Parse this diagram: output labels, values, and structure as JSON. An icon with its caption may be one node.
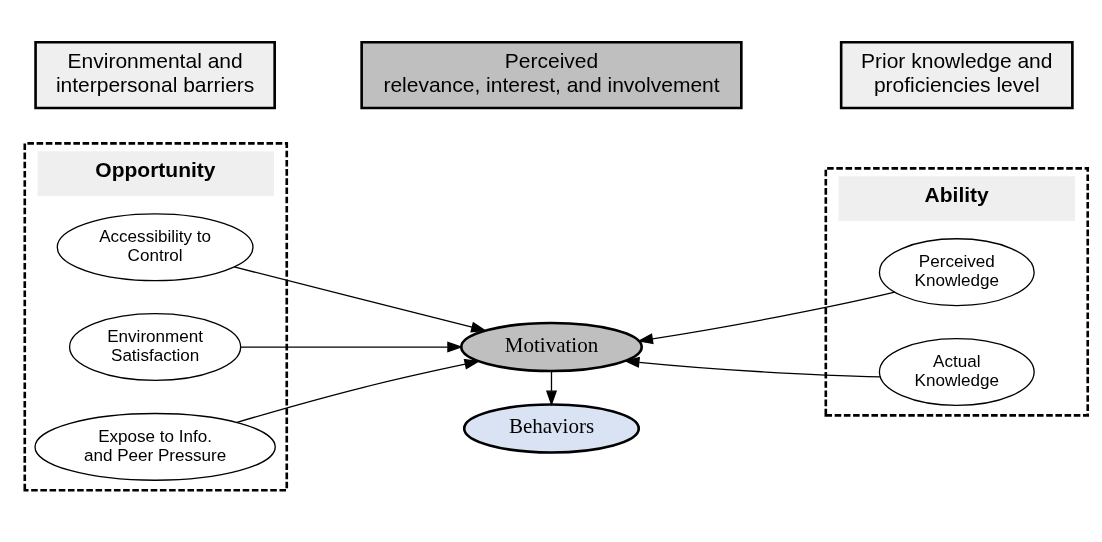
{
  "diagram": {
    "nodes": [
      {
        "text": [
          "Opportunity"
        ]
      },
      {
        "text": [
          "Accessibility to Control"
        ],
        "in": 0
      },
      {
        "text": [
          "Environment Satisfaction"
        ],
        "in": 0
      },
      {
        "text": [
          "Expose to Info. and Peer Pressure"
        ],
        "in": 0
      },
      {
        "text": [
          "Behaviors"
        ]
      },
      {
        "text": [
          "Motivation"
        ]
      },
      {
        "text": [
          "Ability"
        ]
      },
      {
        "text": [
          "Perceived Knowledge"
        ],
        "in": 6
      },
      {
        "text": [
          "Actual Knowledge"
        ],
        "in": 6
      },
      {
        "text": [
          "Environmental and interpersonal barriers"
        ]
      },
      {
        "text": [
          "Perceived relevance, interest, and involvement"
        ]
      },
      {
        "text": [
          "Prior knowledge and proficiencies level"
        ]
      }
    ],
    "edges": [
      {
        "from": 1,
        "to": 5,
        "arrow": "to"
      },
      {
        "from": 2,
        "to": 5,
        "arrow": "to"
      },
      {
        "from": 3,
        "to": 5,
        "arrow": "to"
      },
      {
        "from": 5,
        "to": 4,
        "arrow": "to"
      },
      {
        "from": 7,
        "to": 5,
        "arrow": "to"
      },
      {
        "from": 8,
        "to": 5,
        "arrow": "to"
      }
    ]
  }
}
